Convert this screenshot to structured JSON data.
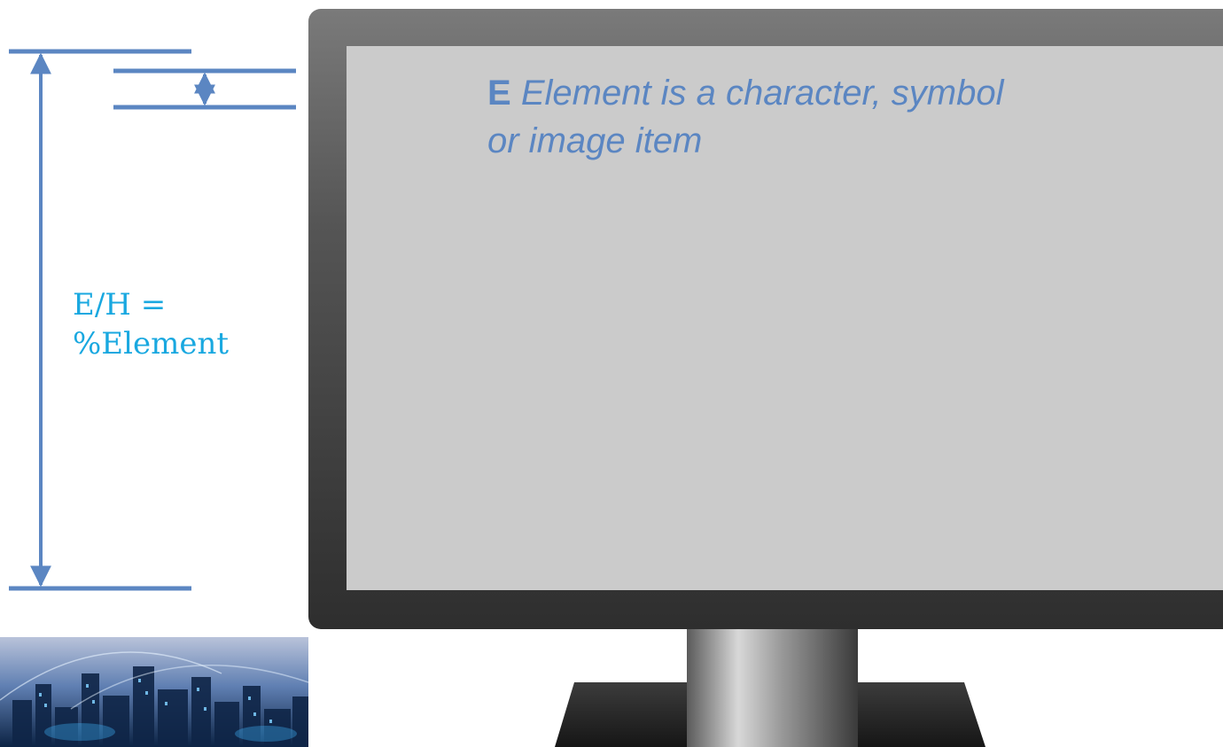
{
  "diagram": {
    "formula": {
      "line1": "E/H =",
      "line2": "%Element"
    },
    "caption": {
      "letter": "E",
      "text": "Element is a character, symbol or image item"
    }
  },
  "colors": {
    "dimension_lines": "#5b86c2",
    "formula_text": "#19a8e0",
    "caption_text": "#5b86c2",
    "screen": "#cbcbcb",
    "bezel": "#4a4a4a"
  },
  "icons": {
    "monitor": "monitor-icon",
    "city_thumbnail": "city-skyline-icon"
  }
}
